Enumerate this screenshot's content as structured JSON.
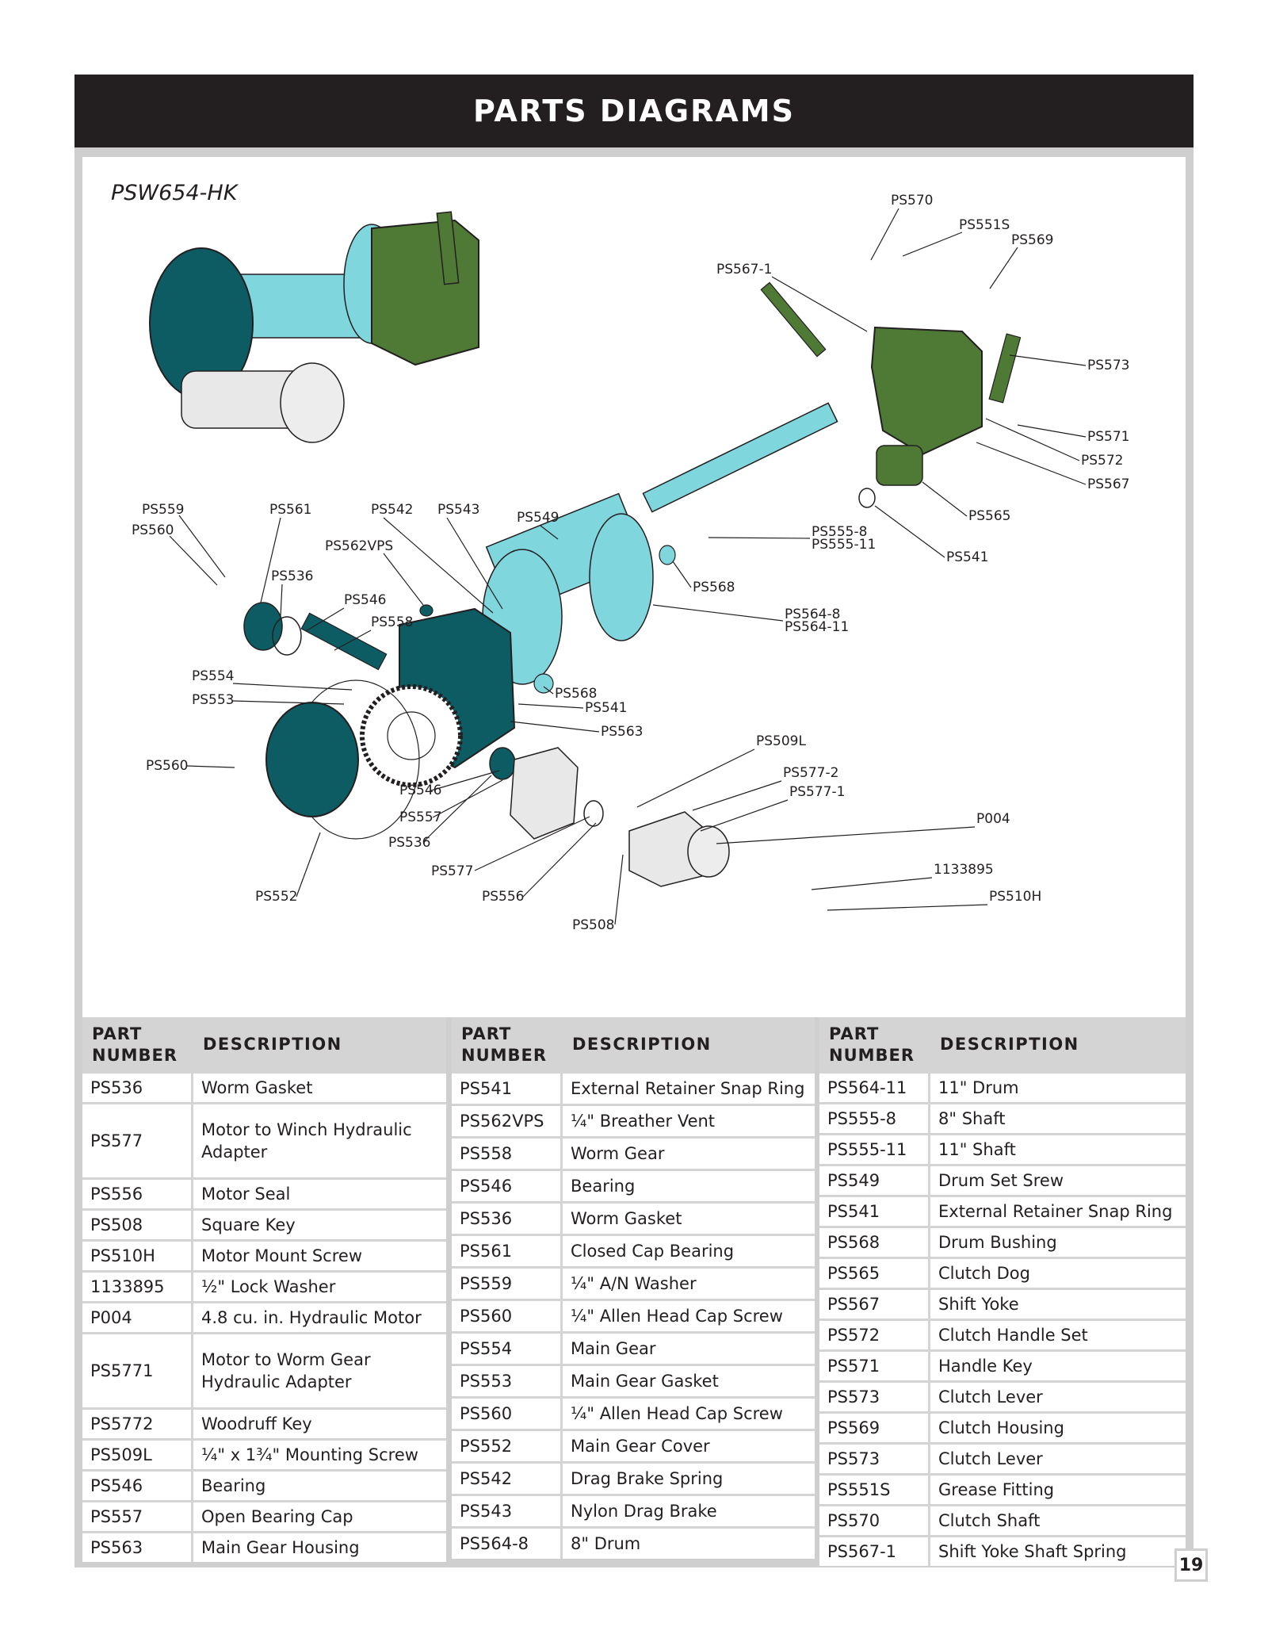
{
  "header": {
    "title": "PARTS DIAGRAMS"
  },
  "diagram": {
    "model": "PSW654-HK",
    "callouts": [
      "PS570",
      "PS551S",
      "PS569",
      "PS567-1",
      "PS573",
      "PS571",
      "PS572",
      "PS567",
      "PS565",
      "PS541",
      "PS555-8",
      "PS555-11",
      "PS568",
      "PS564-8",
      "PS564-11",
      "PS559",
      "PS560",
      "PS561",
      "PS542",
      "PS543",
      "PS549",
      "PS562VPS",
      "PS536",
      "PS546",
      "PS558",
      "PS554",
      "PS553",
      "PS568",
      "PS541",
      "PS563",
      "PS560",
      "PS509L",
      "PS577-2",
      "PS577-1",
      "PS546",
      "PS557",
      "PS536",
      "P004",
      "1133895",
      "PS510H",
      "PS577",
      "PS556",
      "PS508",
      "PS552"
    ],
    "colors": {
      "teal": "#0d5c63",
      "cyan": "#7fd6dc",
      "green": "#4e7a35"
    }
  },
  "tables": [
    {
      "header": {
        "part": "PART NUMBER",
        "desc": "DESCRIPTION"
      },
      "rows": [
        {
          "part": "PS536",
          "desc": "Worm Gasket"
        },
        {
          "part": "PS577",
          "desc": "Motor to Winch Hydraulic Adapter"
        },
        {
          "part": "PS556",
          "desc": "Motor Seal"
        },
        {
          "part": "PS508",
          "desc": "Square Key"
        },
        {
          "part": "PS510H",
          "desc": "Motor Mount Screw"
        },
        {
          "part": "1133895",
          "desc": "½\" Lock Washer"
        },
        {
          "part": "P004",
          "desc": "4.8 cu. in. Hydraulic Motor"
        },
        {
          "part": "PS5771",
          "desc": "Motor to Worm Gear Hydraulic Adapter"
        },
        {
          "part": "PS5772",
          "desc": "Woodruff Key"
        },
        {
          "part": "PS509L",
          "desc": "¼\" x 1¾\" Mounting Screw"
        },
        {
          "part": "PS546",
          "desc": "Bearing"
        },
        {
          "part": "PS557",
          "desc": "Open Bearing Cap"
        },
        {
          "part": "PS563",
          "desc": "Main Gear Housing"
        }
      ]
    },
    {
      "header": {
        "part": "PART NUMBER",
        "desc": "DESCRIPTION"
      },
      "rows": [
        {
          "part": "PS541",
          "desc": "External Retainer Snap Ring"
        },
        {
          "part": "PS562VPS",
          "desc": "¼\" Breather Vent"
        },
        {
          "part": "PS558",
          "desc": "Worm Gear"
        },
        {
          "part": "PS546",
          "desc": "Bearing"
        },
        {
          "part": "PS536",
          "desc": "Worm Gasket"
        },
        {
          "part": "PS561",
          "desc": "Closed Cap Bearing"
        },
        {
          "part": "PS559",
          "desc": "¼\" A/N Washer"
        },
        {
          "part": "PS560",
          "desc": "¼\" Allen Head Cap Screw"
        },
        {
          "part": "PS554",
          "desc": "Main Gear"
        },
        {
          "part": "PS553",
          "desc": "Main Gear Gasket"
        },
        {
          "part": "PS560",
          "desc": "¼\" Allen Head Cap Screw"
        },
        {
          "part": "PS552",
          "desc": "Main Gear Cover"
        },
        {
          "part": "PS542",
          "desc": "Drag Brake Spring"
        },
        {
          "part": "PS543",
          "desc": "Nylon Drag Brake"
        },
        {
          "part": "PS564-8",
          "desc": "8\" Drum"
        }
      ]
    },
    {
      "header": {
        "part": "PART NUMBER",
        "desc": "DESCRIPTION"
      },
      "rows": [
        {
          "part": "PS564-11",
          "desc": "11\" Drum"
        },
        {
          "part": "PS555-8",
          "desc": "8\" Shaft"
        },
        {
          "part": "PS555-11",
          "desc": "11\" Shaft"
        },
        {
          "part": "PS549",
          "desc": "Drum Set Srew"
        },
        {
          "part": "PS541",
          "desc": "External Retainer Snap Ring"
        },
        {
          "part": "PS568",
          "desc": "Drum Bushing"
        },
        {
          "part": "PS565",
          "desc": "Clutch Dog"
        },
        {
          "part": "PS567",
          "desc": "Shift Yoke"
        },
        {
          "part": "PS572",
          "desc": "Clutch Handle Set"
        },
        {
          "part": "PS571",
          "desc": "Handle Key"
        },
        {
          "part": "PS573",
          "desc": "Clutch Lever"
        },
        {
          "part": "PS569",
          "desc": "Clutch Housing"
        },
        {
          "part": "PS573",
          "desc": "Clutch Lever"
        },
        {
          "part": "PS551S",
          "desc": "Grease Fitting"
        },
        {
          "part": "PS570",
          "desc": "Clutch Shaft"
        },
        {
          "part": "PS567-1",
          "desc": "Shift Yoke Shaft Spring"
        }
      ]
    }
  ],
  "page_number": "19"
}
